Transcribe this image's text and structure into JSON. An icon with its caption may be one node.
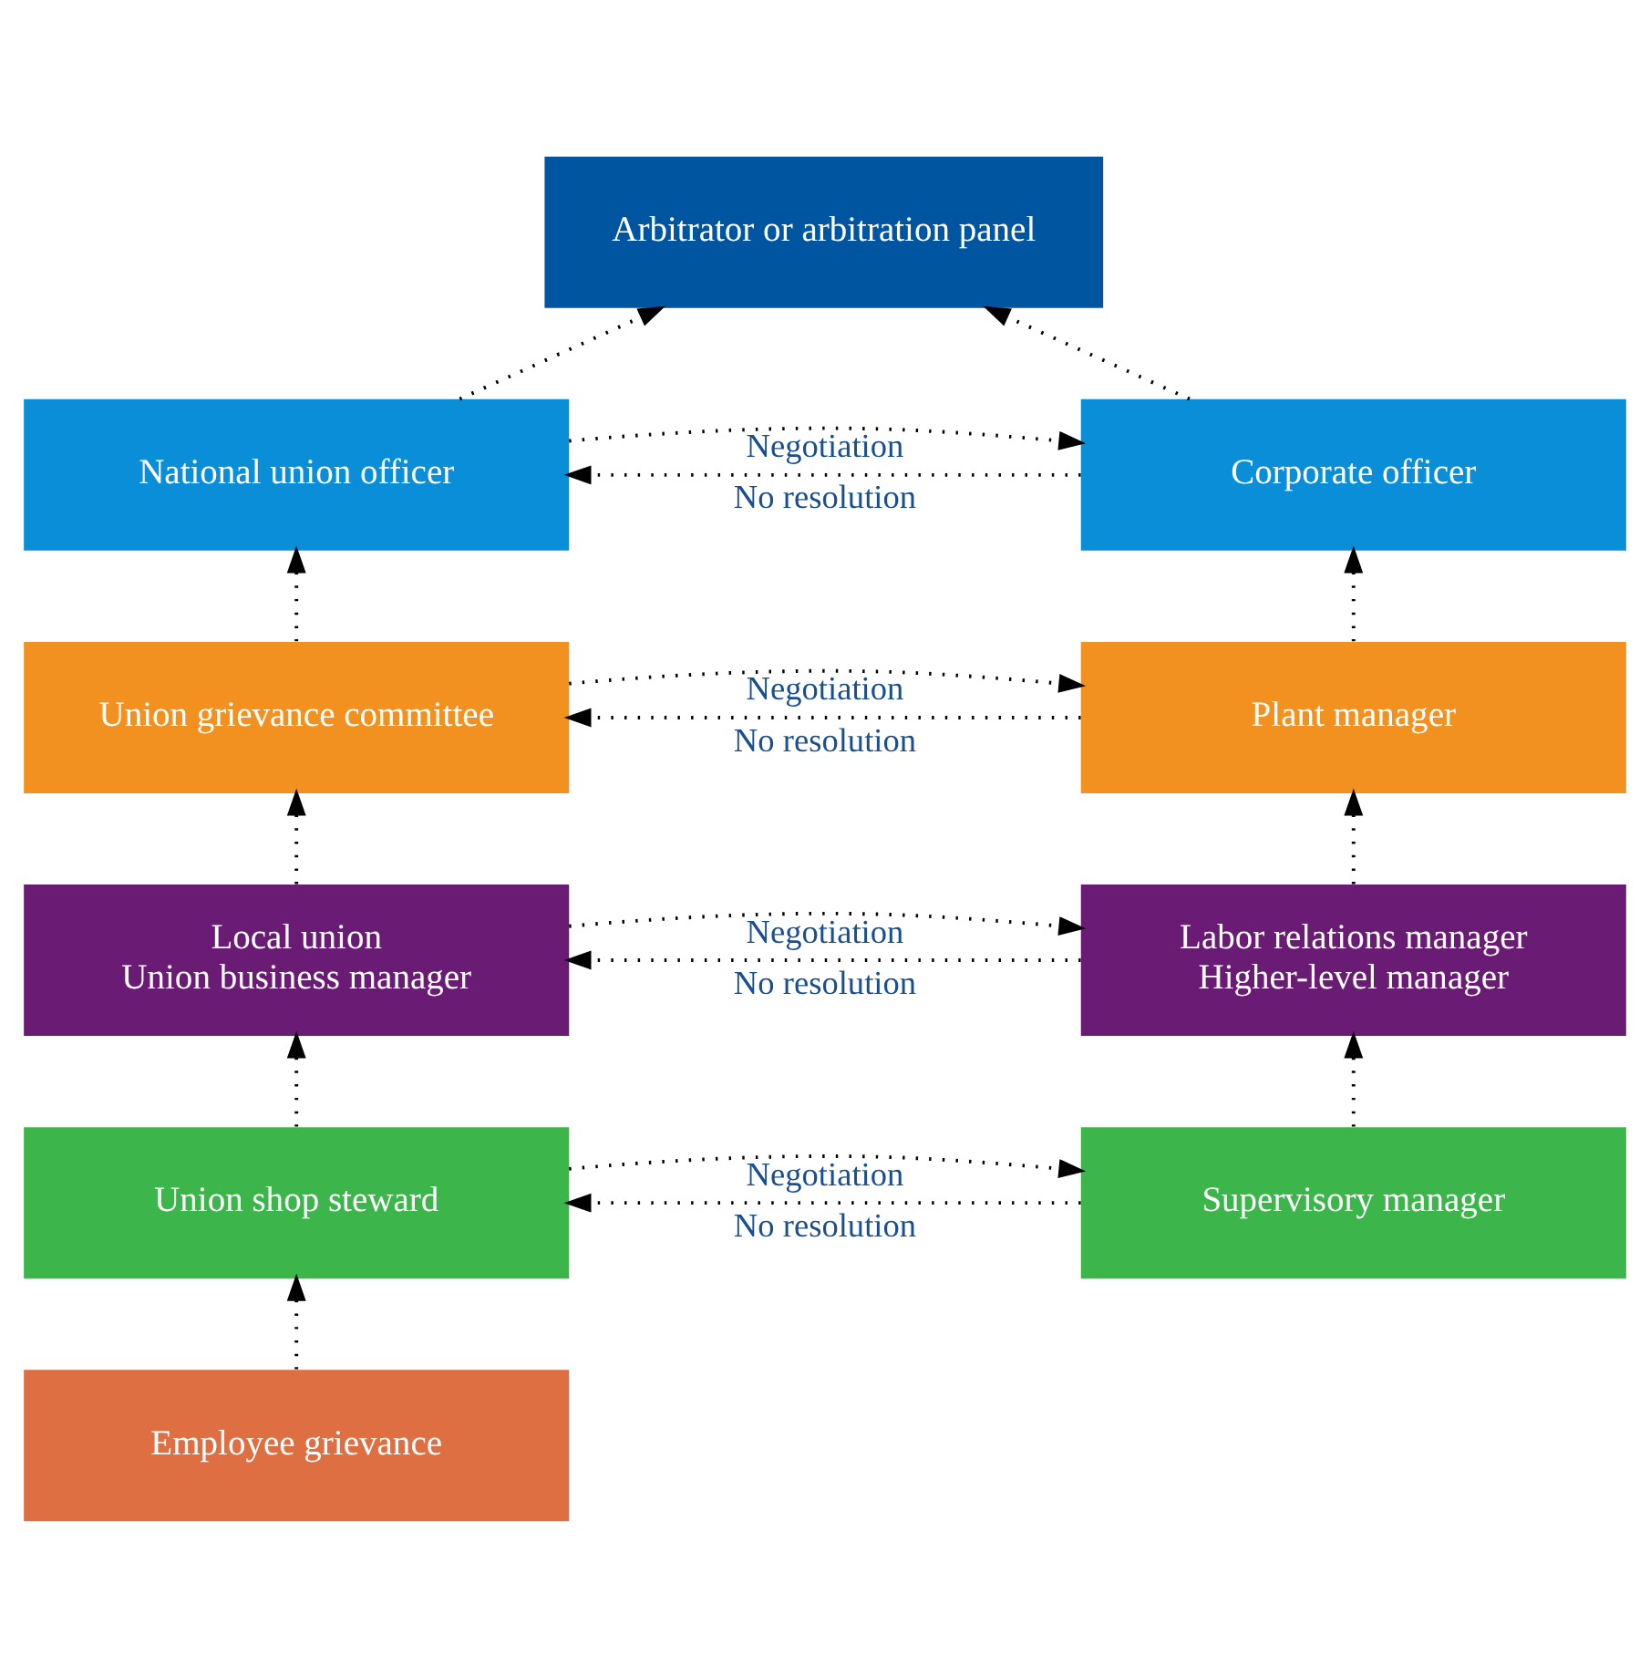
{
  "diagram": {
    "nodes": [
      {
        "text": [
          "Arbitrator or arbitration panel"
        ]
      },
      {
        "text": [
          "National union officer"
        ]
      },
      {
        "text": [
          "Corporate officer"
        ]
      },
      {
        "text": [
          "Union grievance committee"
        ]
      },
      {
        "text": [
          "Plant manager"
        ]
      },
      {
        "text": [
          "Local union",
          "Union business manager"
        ]
      },
      {
        "text": [
          "Labor relations manager",
          "Higher-level manager"
        ]
      },
      {
        "text": [
          "Union shop steward"
        ]
      },
      {
        "text": [
          "Supervisory manager"
        ]
      },
      {
        "text": [
          "Employee grievance"
        ]
      }
    ],
    "edges": [
      {
        "from": 1,
        "to": 0,
        "arrow": "to"
      },
      {
        "from": 2,
        "to": 0,
        "arrow": "to"
      },
      {
        "from": 2,
        "to": 1,
        "arrow": "to",
        "label": "No resolution"
      },
      {
        "from": 1,
        "to": 2,
        "arrow": "to",
        "label": "Negotiation"
      },
      {
        "from": 3,
        "to": 1,
        "arrow": "to"
      },
      {
        "from": 4,
        "to": 2,
        "arrow": "to"
      },
      {
        "from": 4,
        "to": 3,
        "arrow": "to",
        "label": "No resolution"
      },
      {
        "from": 3,
        "to": 4,
        "arrow": "to",
        "label": "Negotiation"
      },
      {
        "from": 5,
        "to": 3,
        "arrow": "to"
      },
      {
        "from": 6,
        "to": 4,
        "arrow": "to"
      },
      {
        "from": 6,
        "to": 5,
        "arrow": "to",
        "label": "No resolution"
      },
      {
        "from": 5,
        "to": 6,
        "arrow": "to",
        "label": "Negotiation"
      },
      {
        "from": 7,
        "to": 5,
        "arrow": "to"
      },
      {
        "from": 8,
        "to": 6,
        "arrow": "to"
      },
      {
        "from": 8,
        "to": 7,
        "arrow": "to",
        "label": "No resolution"
      },
      {
        "from": 7,
        "to": 8,
        "arrow": "to",
        "label": "Negotiation"
      },
      {
        "from": 9,
        "to": 7,
        "arrow": "to"
      }
    ]
  }
}
